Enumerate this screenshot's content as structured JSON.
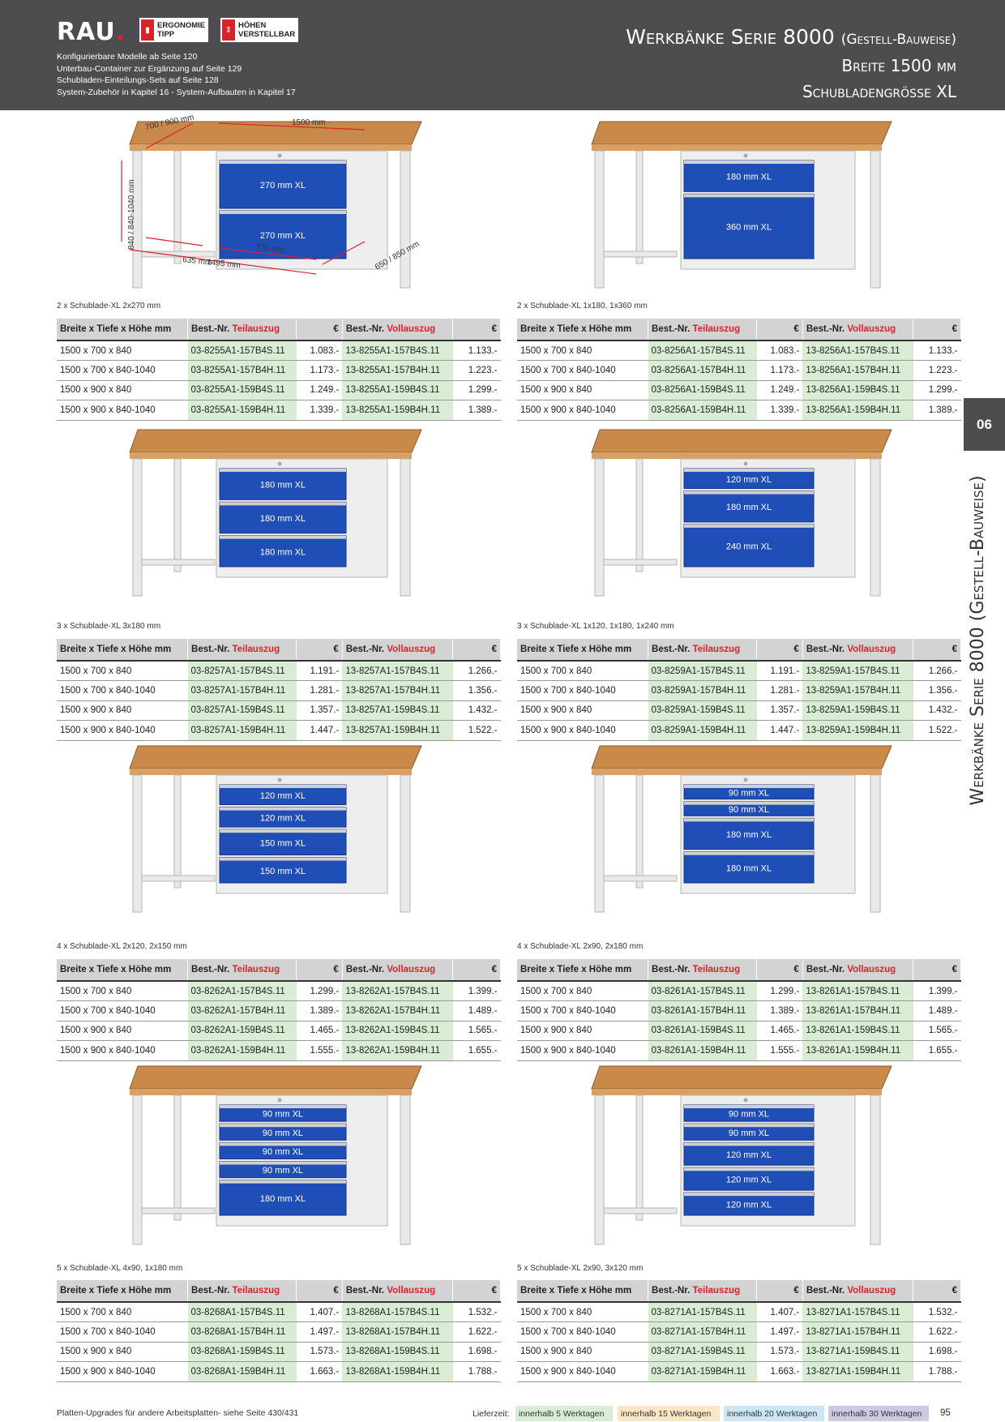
{
  "header": {
    "logo_text": "RAU",
    "badge_ergo_line1": "ERGONOMIE",
    "badge_ergo_line2": "TIPP",
    "badge_hv_line1": "HÖHEN",
    "badge_hv_line2": "VERSTELLBAR",
    "notes": [
      "Konfigurierbare Modelle ab Seite 120",
      "Unterbau-Container zur Ergänzung auf Seite 129",
      "Schubladen-Einteilungs-Sets auf Seite 128",
      "System-Zubehör in Kapitel 16  -  System-Aufbauten in Kapitel 17"
    ],
    "title_main": "Werkbänke Serie 8000",
    "title_sub": "(Gestell-Bauweise)",
    "title_line2": "Breite 1500 mm",
    "title_line3": "Schubladengrösse XL"
  },
  "side": {
    "chapter": "06",
    "vertical_title": "Werkbänke Serie 8000 (Gestell-Bauweise)"
  },
  "dimensions": {
    "depth": "700 / 900 mm",
    "width": "1500 mm",
    "height": "840 / 840-1040 mm",
    "inner": "635 mm",
    "cab": "770 mm",
    "total": "1495 mm",
    "foot": "650 / 850 mm"
  },
  "table_headers": {
    "col1": "Breite x Tiefe x Höhe mm",
    "col2_a": "Best.-Nr.",
    "col2_b": "Teilauszug",
    "eur": "€",
    "col4_a": "Best.-Nr.",
    "col4_b": "Vollauszug"
  },
  "products": [
    {
      "caption": "2 x Schublade-XL 2x270 mm",
      "drawers": [
        "270 mm XL",
        "270 mm XL"
      ],
      "rows": [
        [
          "1500 x 700 x 840",
          "03-8255A1-157B4S.11",
          "1.083.-",
          "13-8255A1-157B4S.11",
          "1.133.-"
        ],
        [
          "1500 x 700 x 840-1040",
          "03-8255A1-157B4H.11",
          "1.173.-",
          "13-8255A1-157B4H.11",
          "1.223.-"
        ],
        [
          "1500 x 900 x 840",
          "03-8255A1-159B4S.11",
          "1.249.-",
          "13-8255A1-159B4S.11",
          "1.299.-"
        ],
        [
          "1500 x 900 x 840-1040",
          "03-8255A1-159B4H.11",
          "1.339.-",
          "13-8255A1-159B4H.11",
          "1.389.-"
        ]
      ]
    },
    {
      "caption": "2 x Schublade-XL 1x180, 1x360 mm",
      "drawers": [
        "180 mm XL",
        "360 mm XL"
      ],
      "rows": [
        [
          "1500 x 700 x 840",
          "03-8256A1-157B4S.11",
          "1.083.-",
          "13-8256A1-157B4S.11",
          "1.133.-"
        ],
        [
          "1500 x 700 x 840-1040",
          "03-8256A1-157B4H.11",
          "1.173.-",
          "13-8256A1-157B4H.11",
          "1.223.-"
        ],
        [
          "1500 x 900 x 840",
          "03-8256A1-159B4S.11",
          "1.249.-",
          "13-8256A1-159B4S.11",
          "1.299.-"
        ],
        [
          "1500 x 900 x 840-1040",
          "03-8256A1-159B4H.11",
          "1.339.-",
          "13-8256A1-159B4H.11",
          "1.389.-"
        ]
      ]
    },
    {
      "caption": "3 x Schublade-XL 3x180 mm",
      "drawers": [
        "180 mm XL",
        "180 mm XL",
        "180 mm XL"
      ],
      "rows": [
        [
          "1500 x 700 x 840",
          "03-8257A1-157B4S.11",
          "1.191.-",
          "13-8257A1-157B4S.11",
          "1.266.-"
        ],
        [
          "1500 x 700 x 840-1040",
          "03-8257A1-157B4H.11",
          "1.281.-",
          "13-8257A1-157B4H.11",
          "1.356.-"
        ],
        [
          "1500 x 900 x 840",
          "03-8257A1-159B4S.11",
          "1.357.-",
          "13-8257A1-159B4S.11",
          "1.432.-"
        ],
        [
          "1500 x 900 x 840-1040",
          "03-8257A1-159B4H.11",
          "1.447.-",
          "13-8257A1-159B4H.11",
          "1.522.-"
        ]
      ]
    },
    {
      "caption": "3 x Schublade-XL 1x120, 1x180, 1x240 mm",
      "drawers": [
        "120 mm XL",
        "180 mm XL",
        "240 mm XL"
      ],
      "rows": [
        [
          "1500 x 700 x 840",
          "03-8259A1-157B4S.11",
          "1.191.-",
          "13-8259A1-157B4S.11",
          "1.266.-"
        ],
        [
          "1500 x 700 x 840-1040",
          "03-8259A1-157B4H.11",
          "1.281.-",
          "13-8259A1-157B4H.11",
          "1.356.-"
        ],
        [
          "1500 x 900 x 840",
          "03-8259A1-159B4S.11",
          "1.357.-",
          "13-8259A1-159B4S.11",
          "1.432.-"
        ],
        [
          "1500 x 900 x 840-1040",
          "03-8259A1-159B4H.11",
          "1.447.-",
          "13-8259A1-159B4H.11",
          "1.522.-"
        ]
      ]
    },
    {
      "caption": "4 x Schublade-XL 2x120, 2x150 mm",
      "drawers": [
        "120 mm XL",
        "120 mm XL",
        "150 mm XL",
        "150 mm XL"
      ],
      "rows": [
        [
          "1500 x 700 x 840",
          "03-8262A1-157B4S.11",
          "1.299.-",
          "13-8262A1-157B4S.11",
          "1.399.-"
        ],
        [
          "1500 x 700 x 840-1040",
          "03-8262A1-157B4H.11",
          "1.389.-",
          "13-8262A1-157B4H.11",
          "1.489.-"
        ],
        [
          "1500 x 900 x 840",
          "03-8262A1-159B4S.11",
          "1.465.-",
          "13-8262A1-159B4S.11",
          "1.565.-"
        ],
        [
          "1500 x 900 x 840-1040",
          "03-8262A1-159B4H.11",
          "1.555.-",
          "13-8262A1-159B4H.11",
          "1.655.-"
        ]
      ]
    },
    {
      "caption": "4 x Schublade-XL 2x90, 2x180 mm",
      "drawers": [
        "90 mm XL",
        "90 mm XL",
        "180 mm XL",
        "180 mm XL"
      ],
      "rows": [
        [
          "1500 x 700 x 840",
          "03-8261A1-157B4S.11",
          "1.299.-",
          "13-8261A1-157B4S.11",
          "1.399.-"
        ],
        [
          "1500 x 700 x 840-1040",
          "03-8261A1-157B4H.11",
          "1.389.-",
          "13-8261A1-157B4H.11",
          "1.489.-"
        ],
        [
          "1500 x 900 x 840",
          "03-8261A1-159B4S.11",
          "1.465.-",
          "13-8261A1-159B4S.11",
          "1.565.-"
        ],
        [
          "1500 x 900 x 840-1040",
          "03-8261A1-159B4H.11",
          "1.555.-",
          "13-8261A1-159B4H.11",
          "1.655.-"
        ]
      ]
    },
    {
      "caption": "5 x Schublade-XL 4x90, 1x180 mm",
      "drawers": [
        "90 mm XL",
        "90 mm XL",
        "90 mm XL",
        "90 mm XL",
        "180 mm XL"
      ],
      "rows": [
        [
          "1500 x 700 x 840",
          "03-8268A1-157B4S.11",
          "1.407.-",
          "13-8268A1-157B4S.11",
          "1.532.-"
        ],
        [
          "1500 x 700 x 840-1040",
          "03-8268A1-157B4H.11",
          "1.497.-",
          "13-8268A1-157B4H.11",
          "1.622.-"
        ],
        [
          "1500 x 900 x 840",
          "03-8268A1-159B4S.11",
          "1.573.-",
          "13-8268A1-159B4S.11",
          "1.698.-"
        ],
        [
          "1500 x 900 x 840-1040",
          "03-8268A1-159B4H.11",
          "1.663.-",
          "13-8268A1-159B4H.11",
          "1.788.-"
        ]
      ]
    },
    {
      "caption": "5 x Schublade-XL 2x90, 3x120 mm",
      "drawers": [
        "90 mm XL",
        "90 mm XL",
        "120 mm XL",
        "120 mm XL",
        "120 mm XL"
      ],
      "rows": [
        [
          "1500 x 700 x 840",
          "03-8271A1-157B4S.11",
          "1.407.-",
          "13-8271A1-157B4S.11",
          "1.532.-"
        ],
        [
          "1500 x 700 x 840-1040",
          "03-8271A1-157B4H.11",
          "1.497.-",
          "13-8271A1-157B4H.11",
          "1.622.-"
        ],
        [
          "1500 x 900 x 840",
          "03-8271A1-159B4S.11",
          "1.573.-",
          "13-8271A1-159B4S.11",
          "1.698.-"
        ],
        [
          "1500 x 900 x 840-1040",
          "03-8271A1-159B4H.11",
          "1.663.-",
          "13-8271A1-159B4H.11",
          "1.788.-"
        ]
      ]
    }
  ],
  "footer": {
    "note": "Platten-Upgrades für andere Arbeitsplatten- siehe Seite 430/431",
    "lieferzeit_label": "Lieferzeit:",
    "legend": [
      {
        "label": "innerhalb 5 Werktagen",
        "color": "#d9ecd4"
      },
      {
        "label": "innerhalb 15 Werktagen",
        "color": "#fbe6c6"
      },
      {
        "label": "innerhalb 20 Werktagen",
        "color": "#cde6f3"
      },
      {
        "label": "innerhalb 30 Werktagen",
        "color": "#cfc9e6"
      }
    ],
    "page_number": "95"
  },
  "colors": {
    "header_bg": "#4d4d4f",
    "accent_red": "#d8232a",
    "drawer_blue": "#1f4fb6",
    "wood": "#c9894a"
  }
}
